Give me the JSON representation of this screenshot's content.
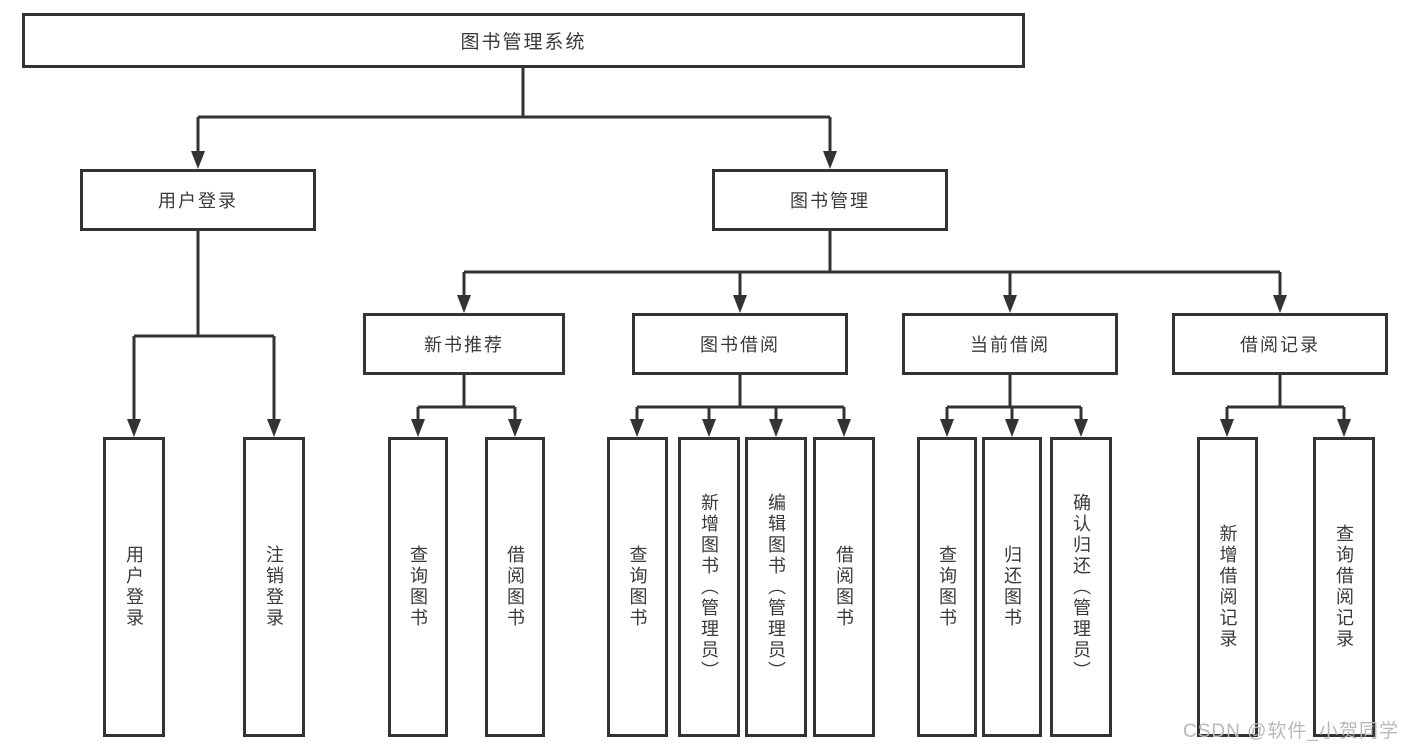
{
  "diagram": {
    "root": "图书管理系统",
    "level2": {
      "user_login": "用户登录",
      "book_mgmt": "图书管理"
    },
    "level3": {
      "new_book_rec": "新书推荐",
      "book_borrow": "图书借阅",
      "current_borrow": "当前借阅",
      "borrow_records": "借阅记录"
    },
    "leaves": {
      "login_user": "用户登录",
      "login_logout": "注销登录",
      "rec_query": "查询图书",
      "rec_borrow": "借阅图书",
      "borrow_query": "查询图书",
      "borrow_add": "新增图书（管理员）",
      "borrow_edit": "编辑图书（管理员）",
      "borrow_do": "借阅图书",
      "current_query": "查询图书",
      "current_return": "归还图书",
      "current_confirm": "确认归还（管理员）",
      "records_add": "新增借阅记录",
      "records_query": "查询借阅记录"
    }
  },
  "watermark": "CSDN @软件_小贺同学",
  "colors": {
    "line": "#333333",
    "text": "#3a3a3a",
    "watermark": "#b9b9b9",
    "background": "#ffffff"
  }
}
